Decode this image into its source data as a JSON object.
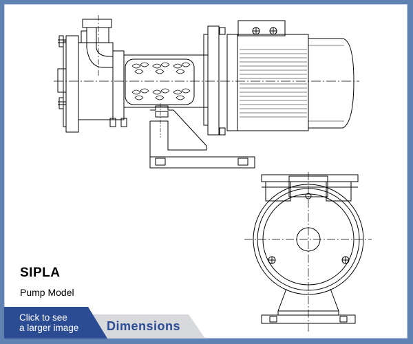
{
  "product": {
    "name": "SIPLA",
    "subtitle": "Pump Model"
  },
  "tabs": {
    "larger_image_label": "Click to see\na larger image",
    "dimensions_label": "Dimensions"
  },
  "colors": {
    "background": "#5f82b3",
    "panel": "#ffffff",
    "tab_dark": "#2b4c93",
    "tab_light": "#d7d9dd",
    "drawing_line": "#000000"
  }
}
